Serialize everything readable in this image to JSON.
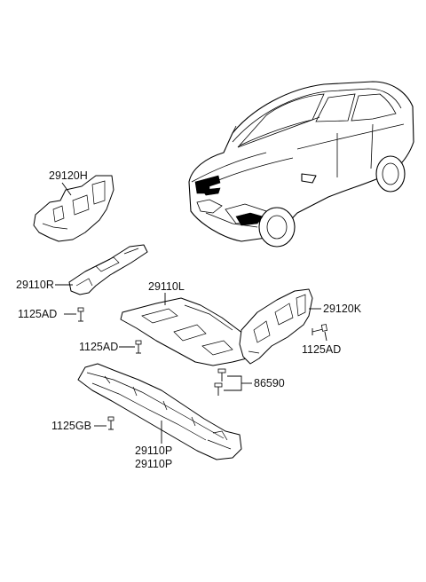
{
  "labels": {
    "p29120H": "29120H",
    "p29110R": "29110R",
    "p1125AD_a": "1125AD",
    "p29110L": "29110L",
    "p1125AD_b": "1125AD",
    "p29120K": "29120K",
    "p1125AD_c": "1125AD",
    "p86590": "86590",
    "p1125GB": "1125GB",
    "p29110P_a": "29110P",
    "p29110P_b": "29110P"
  },
  "icons": {
    "car": "vehicle-illustration",
    "fastener": "bolt-icon"
  }
}
